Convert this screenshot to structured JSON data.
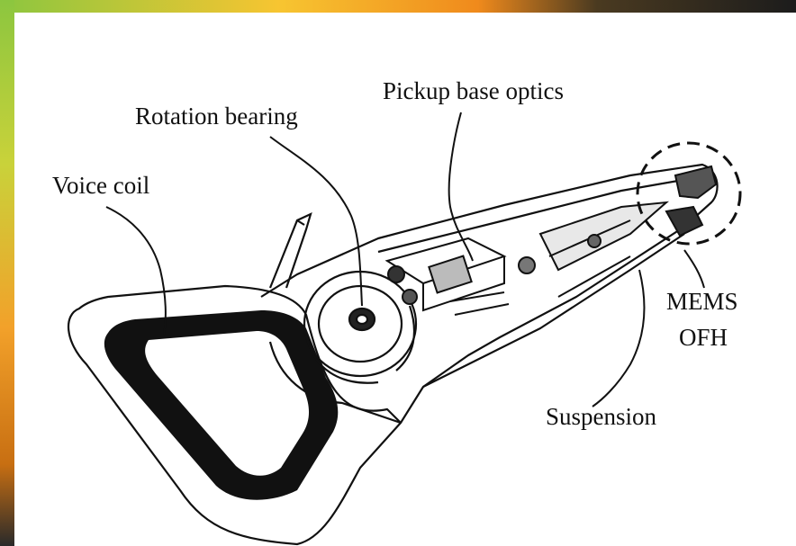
{
  "labels": {
    "pickup_base_optics": "Pickup base optics",
    "rotation_bearing": "Rotation bearing",
    "voice_coil": "Voice coil",
    "mems": "MEMS",
    "ofh": "OFH",
    "suspension": "Suspension"
  },
  "colors": {
    "ink": "#111111",
    "paper": "#ffffff",
    "frame_gradient": [
      "#8cc63f",
      "#f7c531",
      "#f08a1c",
      "#2a2a2a"
    ]
  }
}
